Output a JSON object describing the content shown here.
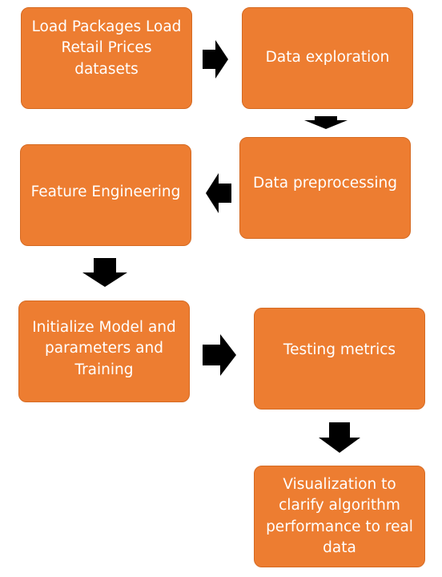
{
  "flow": {
    "steps": [
      {
        "label": "Load Packages  Load\nRetail Prices\ndatasets"
      },
      {
        "label": "Data exploration"
      },
      {
        "label": "Data preprocessing"
      },
      {
        "label": "Feature Engineering"
      },
      {
        "label": "Initialize Model and\nparameters and\nTraining"
      },
      {
        "label": "Testing metrics"
      },
      {
        "label": "Visualization to\nclarify algorithm\nperformance to real\ndata"
      }
    ]
  },
  "colors": {
    "box_fill": "#ED7D31",
    "box_text": "#FFFFFF",
    "arrow": "#000000"
  }
}
